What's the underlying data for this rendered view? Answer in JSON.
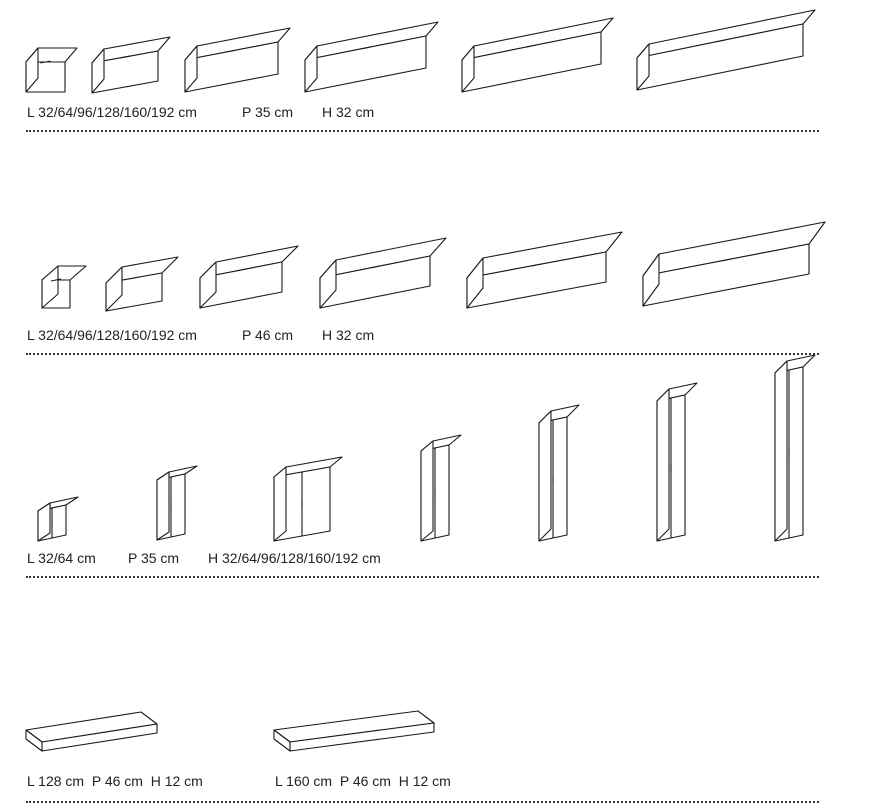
{
  "rows": [
    {
      "labels": [
        "L 32/64/96/128/160/192 cm",
        "P 35 cm",
        "H 32 cm"
      ]
    },
    {
      "labels": [
        "L 32/64/96/128/160/192 cm",
        "P 46 cm",
        "H 32 cm"
      ]
    },
    {
      "labels": [
        "L 32/64 cm",
        "P 35 cm",
        "H 32/64/96/128/160/192 cm"
      ]
    },
    {
      "labels": [
        "L 128 cm  P 46 cm  H 12 cm",
        "L 160 cm  P 46 cm  H 12 cm"
      ]
    }
  ]
}
